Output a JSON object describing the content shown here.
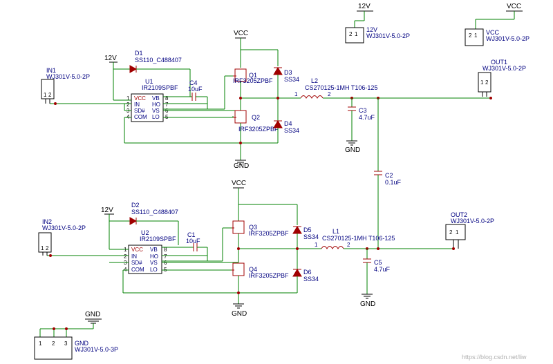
{
  "nets": {
    "vcc": "VCC",
    "gnd": "GND",
    "v12": "12V"
  },
  "connectors": {
    "in1": {
      "ref": "IN1",
      "value": "WJ301V-5.0-2P"
    },
    "in2": {
      "ref": "IN2",
      "value": "WJ301V-5.0-2P"
    },
    "out1": {
      "ref": "OUT1",
      "value": "WJ301V-5.0-2P"
    },
    "out2": {
      "ref": "OUT2",
      "value": "WJ301V-5.0-2P"
    },
    "j12v": {
      "ref": "12V",
      "value": "WJ301V-5.0-2P"
    },
    "jvcc": {
      "ref": "VCC",
      "value": "WJ301V-5.0-2P"
    },
    "jgnd": {
      "ref": "GND",
      "value": "WJ301V-5.0-3P"
    }
  },
  "ics": {
    "u1": {
      "ref": "U1",
      "value": "IR2109SPBF"
    },
    "u2": {
      "ref": "U2",
      "value": "IR2109SPBF"
    },
    "left_pins": [
      "VCC",
      "IN",
      "SD#",
      "COM"
    ],
    "right_pins": [
      "VB",
      "HO",
      "VS",
      "LO"
    ],
    "left_nums": [
      "1",
      "2",
      "3",
      "4"
    ],
    "right_nums": [
      "8",
      "7",
      "6",
      "5"
    ]
  },
  "diodes": {
    "d1": {
      "ref": "D1",
      "value": "SS110_C488407"
    },
    "d2": {
      "ref": "D2",
      "value": "SS110_C488407"
    },
    "d3": {
      "ref": "D3",
      "value": "SS34"
    },
    "d4": {
      "ref": "D4",
      "value": "SS34"
    },
    "d5": {
      "ref": "D5",
      "value": "SS34"
    },
    "d6": {
      "ref": "D6",
      "value": "SS34"
    }
  },
  "mosfets": {
    "q1": {
      "ref": "Q1",
      "value": "IRF3205ZPBF"
    },
    "q2": {
      "ref": "Q2",
      "value": "IRF3205ZPBF"
    },
    "q3": {
      "ref": "Q3",
      "value": "IRF3205ZPBF"
    },
    "q4": {
      "ref": "Q4",
      "value": "IRF3205ZPBF"
    }
  },
  "capacitors": {
    "c1": {
      "ref": "C1",
      "value": "10uF"
    },
    "c2": {
      "ref": "C2",
      "value": "0.1uF"
    },
    "c3": {
      "ref": "C3",
      "value": "4.7uF"
    },
    "c4": {
      "ref": "C4",
      "value": "10uF"
    },
    "c5": {
      "ref": "C5",
      "value": "4.7uF"
    }
  },
  "inductors": {
    "l1": {
      "ref": "L1",
      "value": "CS270125-1MH T106-125"
    },
    "l2": {
      "ref": "L2",
      "value": "CS270125-1MH T106-125"
    }
  },
  "pin_numbers": {
    "one": "1",
    "two": "2",
    "three": "3"
  },
  "watermark": "https://blog.csdn.net/liw"
}
